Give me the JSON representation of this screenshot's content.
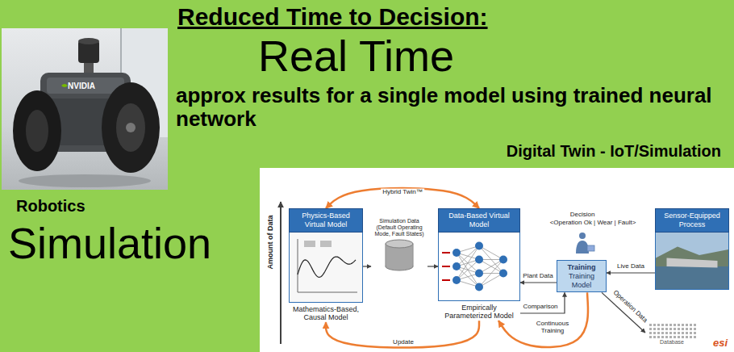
{
  "diagram": {
    "nodes": [
      {
        "text": [
          "Physics-Based Virtual Model",
          "Mathematics-Based, Causal Model"
        ]
      },
      {
        "text": [
          "Simulation Data (Default Operating Mode, Fault States)"
        ]
      },
      {
        "text": [
          "Data-Based Virtual Model",
          "Empirically Parameterized Model"
        ]
      },
      {
        "text": [
          "Training",
          "Training Model"
        ]
      },
      {
        "text": [
          "Sensor-Equipped Process"
        ]
      },
      {
        "text": [
          "Database"
        ]
      }
    ],
    "edges": [
      {
        "from": 0,
        "to": 2,
        "label": "Hybrid Twin™",
        "arrow": "both"
      },
      {
        "from": 0,
        "to": 1,
        "arrow": "to"
      },
      {
        "from": 1,
        "to": 2,
        "arrow": "to"
      },
      {
        "from": 3,
        "to": 2,
        "label": "Plant Data",
        "arrow": "to"
      },
      {
        "from": 2,
        "to": 3,
        "label": "Comparison",
        "arrow": "to"
      },
      {
        "from": 4,
        "to": 3,
        "label": "Live Data",
        "arrow": "to"
      },
      {
        "from": 3,
        "to": 2,
        "label": "Continuous Training",
        "arrow": "to"
      },
      {
        "from": 3,
        "to": 5,
        "label": "Operation Data",
        "arrow": "to"
      },
      {
        "from": 2,
        "to": 0,
        "label": "Update",
        "arrow": "to"
      }
    ],
    "labels": [
      "Reduced Time to Decision:",
      "Real Time",
      "approx results for a single model using trained neural network",
      "Robotics",
      "Simulation",
      "Digital Twin - IoT/Simulation",
      "NVIDIA",
      "Amount of Data",
      "Decision",
      "<Operation Ok | Wear | Fault>",
      "esi"
    ]
  }
}
